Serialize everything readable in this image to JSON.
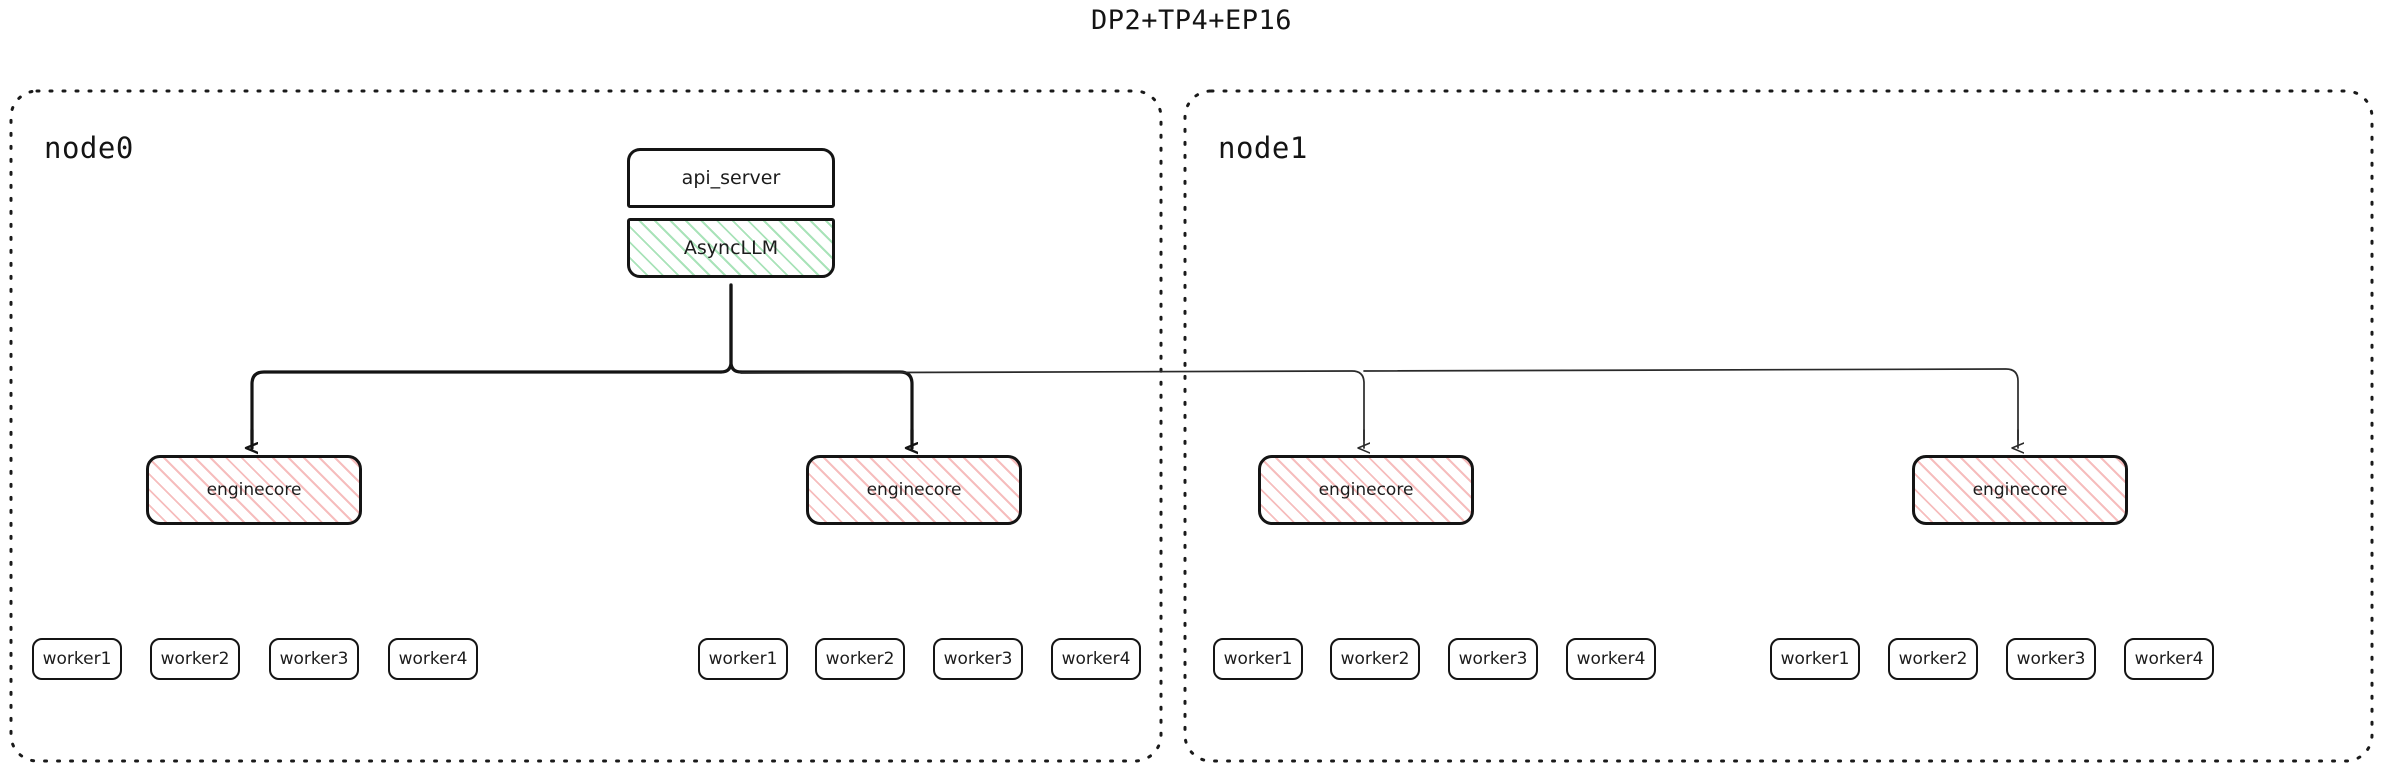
{
  "title": "DP2+TP4+EP16",
  "colors": {
    "stroke": "#141414",
    "green_hatch": "#a9e3b9",
    "pink_hatch": "#f6bdbd",
    "background": "#ffffff"
  },
  "nodes": [
    {
      "label": "node0",
      "top_boxes": [
        {
          "label": "api_server",
          "style": "plain"
        },
        {
          "label": "AsyncLLM",
          "style": "green-hatched"
        }
      ],
      "enginecores": [
        {
          "label": "enginecore",
          "style": "pink-hatched"
        },
        {
          "label": "enginecore",
          "style": "pink-hatched"
        }
      ],
      "worker_groups": [
        {
          "workers": [
            "worker1",
            "worker2",
            "worker3",
            "worker4"
          ]
        },
        {
          "workers": [
            "worker1",
            "worker2",
            "worker3",
            "worker4"
          ]
        }
      ]
    },
    {
      "label": "node1",
      "top_boxes": [],
      "enginecores": [
        {
          "label": "enginecore",
          "style": "pink-hatched"
        },
        {
          "label": "enginecore",
          "style": "pink-hatched"
        }
      ],
      "worker_groups": [
        {
          "workers": [
            "worker1",
            "worker2",
            "worker3",
            "worker4"
          ]
        },
        {
          "workers": [
            "worker1",
            "worker2",
            "worker3",
            "worker4"
          ]
        }
      ]
    }
  ],
  "connections": {
    "from": "AsyncLLM",
    "to": [
      "enginecore",
      "enginecore",
      "enginecore",
      "enginecore"
    ],
    "arrow_count": 4
  }
}
